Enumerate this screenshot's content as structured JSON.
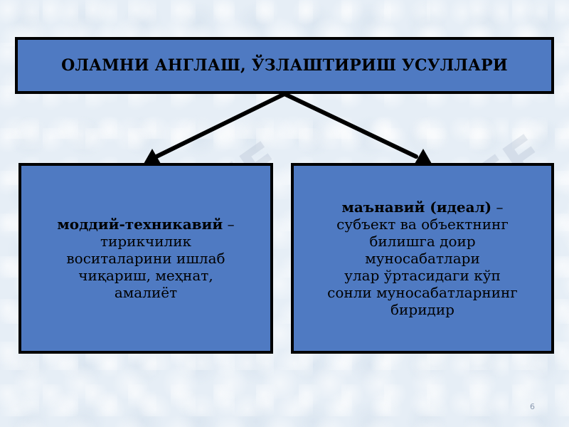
{
  "diagram": {
    "title": "ОЛАМНИ АНГЛАШ, ЎЗЛАШТИРИШ УСУЛЛАРИ",
    "left": {
      "term": "моддий-техникавий",
      "dash": " –",
      "lines": [
        "тирикчилик",
        "воситаларини ишлаб",
        "чиқариш, меҳнат,",
        "амалиёт"
      ]
    },
    "right": {
      "term": "маънавий (идеал)",
      "dash": " –",
      "lines": [
        "субъект ва объектнинг",
        "билишга доир",
        "муносабатлари",
        "улар ўртасидаги кўп",
        "сонли муносабатларнинг",
        "биридир"
      ]
    }
  },
  "colors": {
    "box_fill": "#4f7ac2",
    "border": "#000000",
    "background": "#e6eef6"
  },
  "watermark": {
    "text": "STOFF"
  },
  "slide": {
    "page_number": "6"
  }
}
